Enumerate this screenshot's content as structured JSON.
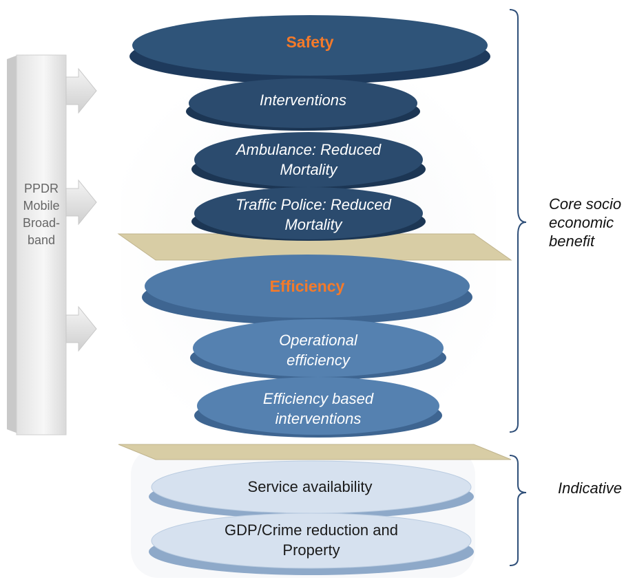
{
  "colors": {
    "dark_disc": "#2b4b6e",
    "mid_disc": "#4f7aa8",
    "light_disc": "#d6e1ef",
    "separator": "#d8cda5",
    "heading_accent": "#f47a2a",
    "bracket": "#2e4e78"
  },
  "sidebar": {
    "lines": [
      "PPDR",
      "Mobile",
      "Broad-",
      "band"
    ]
  },
  "safety": {
    "heading": "Safety",
    "items": [
      [
        "Interventions"
      ],
      [
        "Ambulance: Reduced",
        "Mortality"
      ],
      [
        "Traffic Police: Reduced",
        "Mortality"
      ]
    ]
  },
  "efficiency": {
    "heading": "Efficiency",
    "items": [
      [
        "Operational",
        "efficiency"
      ],
      [
        "Efficiency based",
        "interventions"
      ]
    ]
  },
  "indicative_items": [
    [
      "Service availability"
    ],
    [
      "GDP/Crime reduction and",
      "Property"
    ]
  ],
  "brackets": {
    "core": [
      "Core socio",
      "economic",
      "benefit"
    ],
    "indicative": "Indicative"
  }
}
